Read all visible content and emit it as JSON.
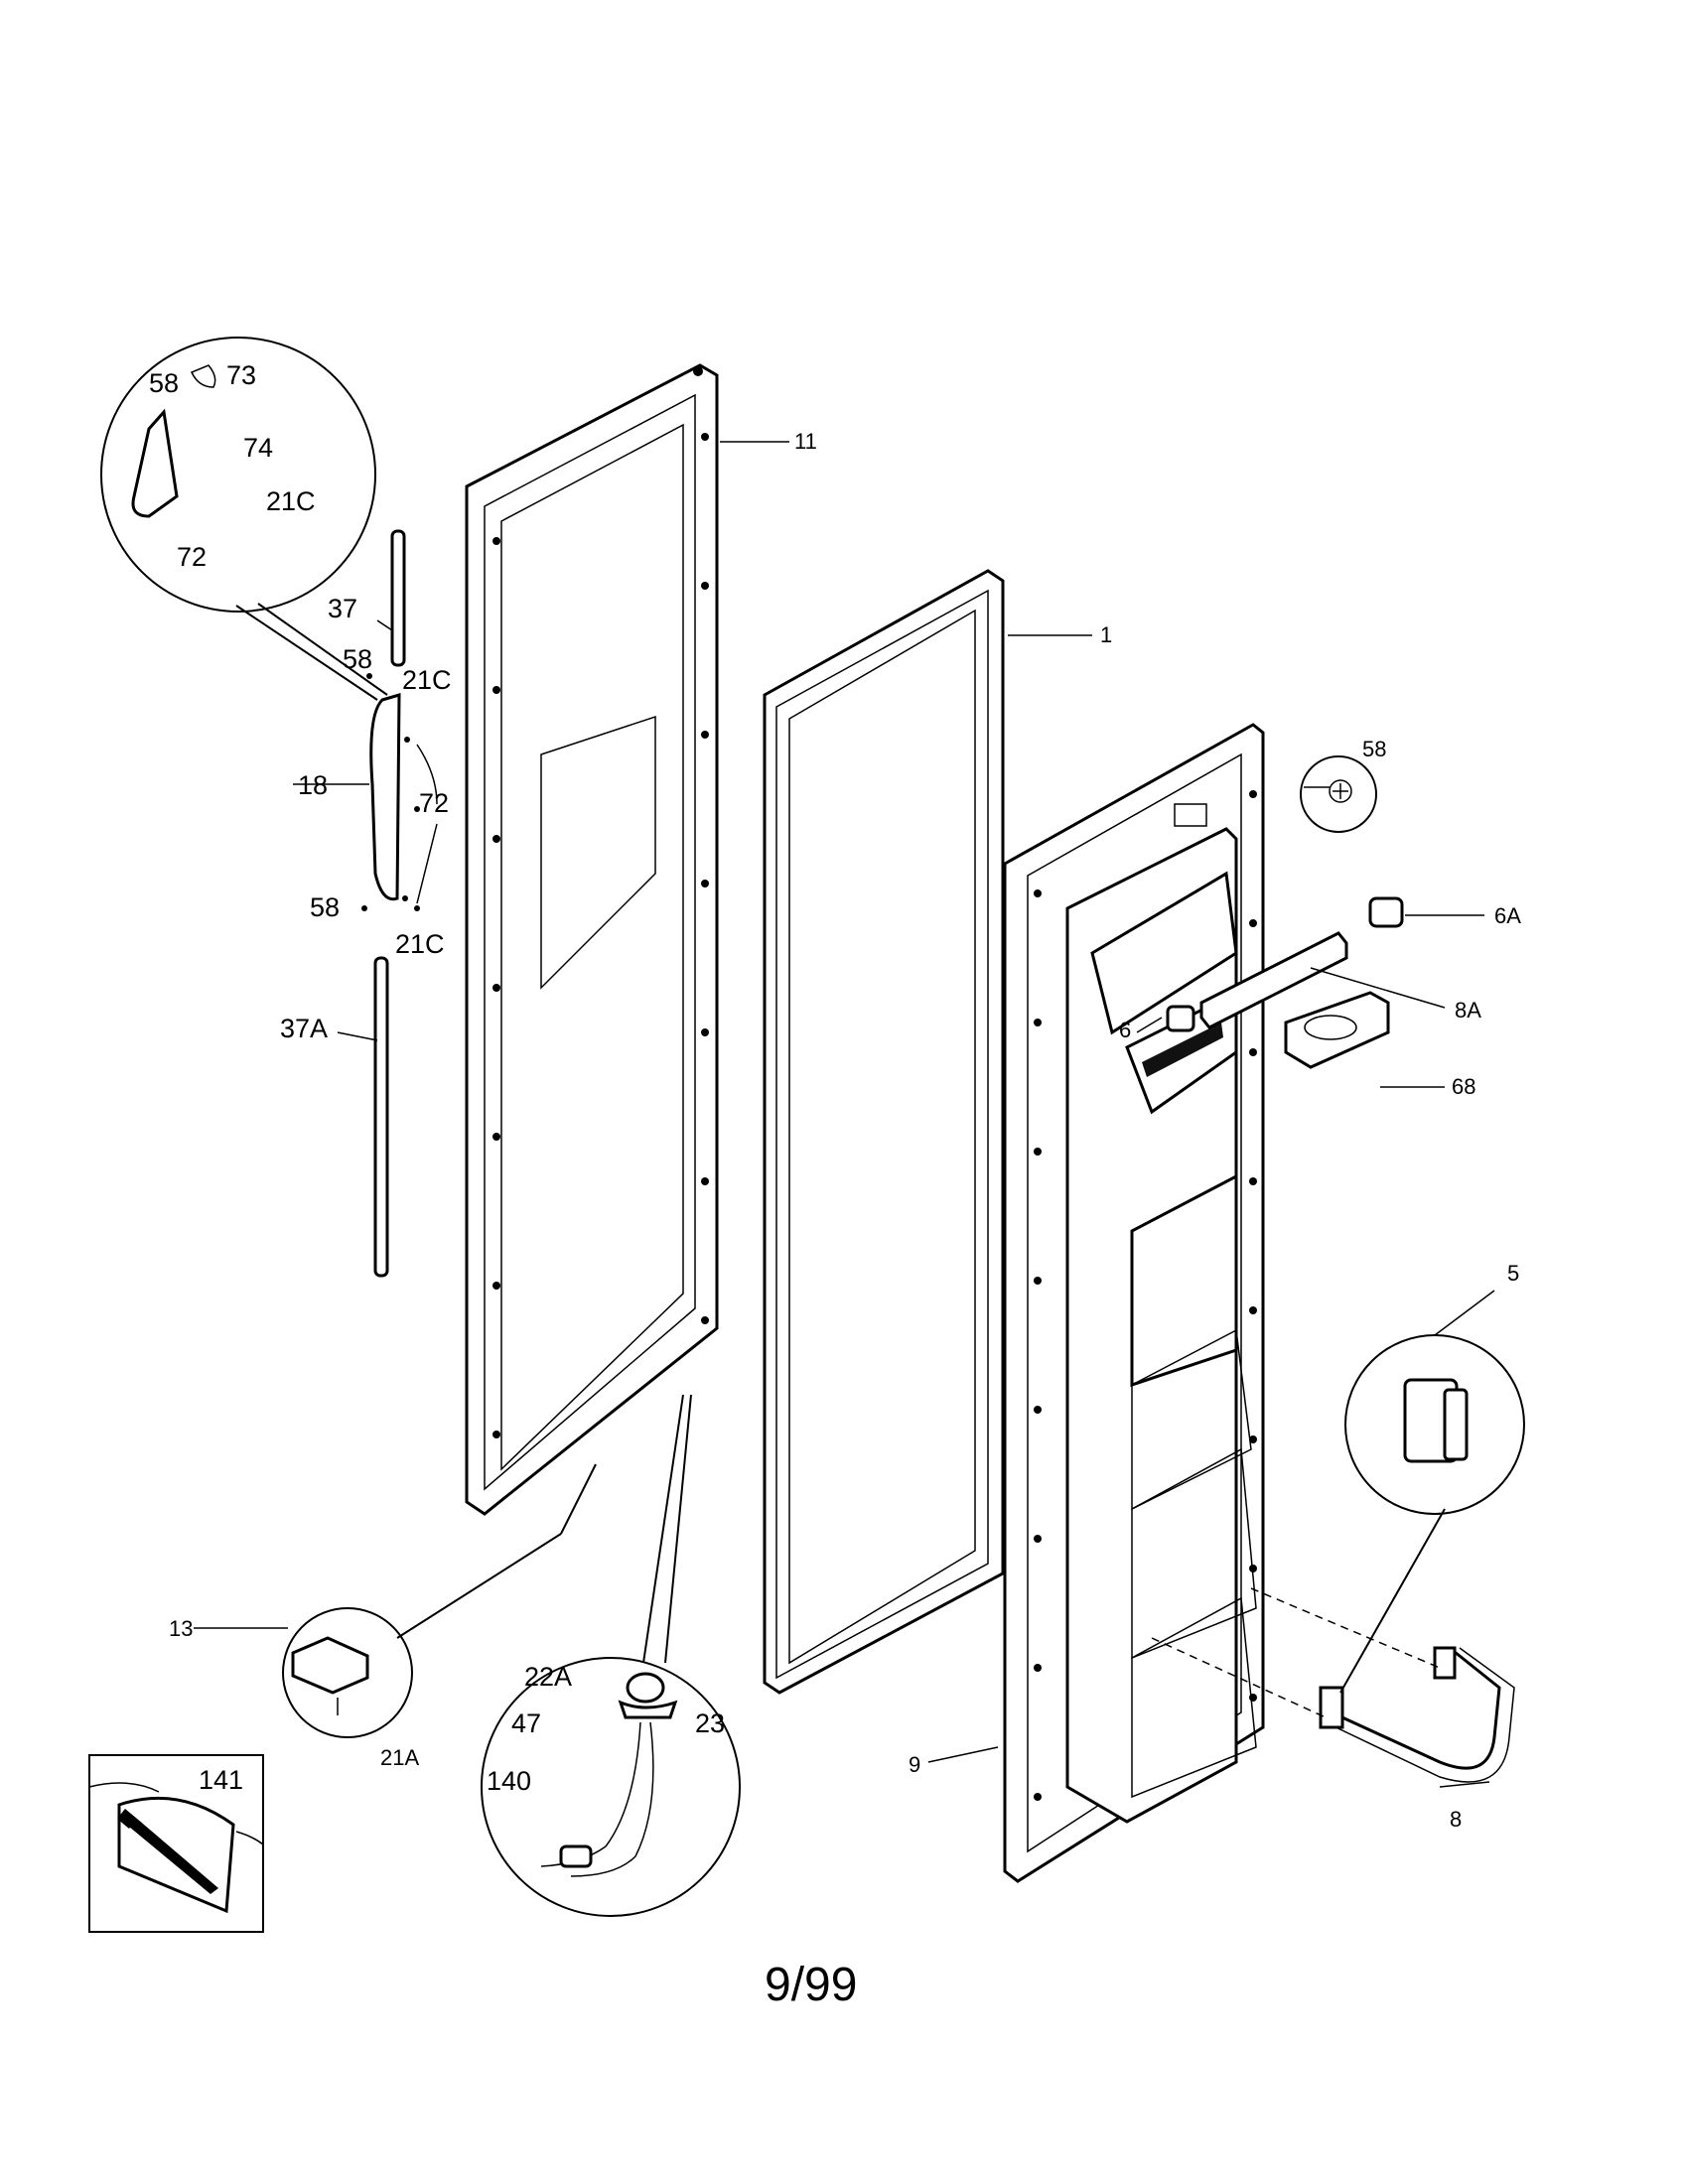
{
  "diagram": {
    "footer": "9/99",
    "callouts": {
      "c58_detail": "58",
      "c73": "73",
      "c74": "74",
      "c21c_detail": "21C",
      "c72_detail": "72",
      "c37": "37",
      "c58_upper": "58",
      "c21c_upper": "21C",
      "c18": "18",
      "c72": "72",
      "c58_lower": "58",
      "c21c_lower": "21C",
      "c37a": "37A",
      "c11": "11",
      "c1": "1",
      "c58_right": "58",
      "c6a": "6A",
      "c8a": "8A",
      "c6": "6",
      "c68": "68",
      "c5": "5",
      "c13": "13",
      "c21a": "21A",
      "c22a": "22A",
      "c47": "47",
      "c23": "23",
      "c140": "140",
      "c141": "141",
      "c9": "9",
      "c8": "8"
    }
  }
}
